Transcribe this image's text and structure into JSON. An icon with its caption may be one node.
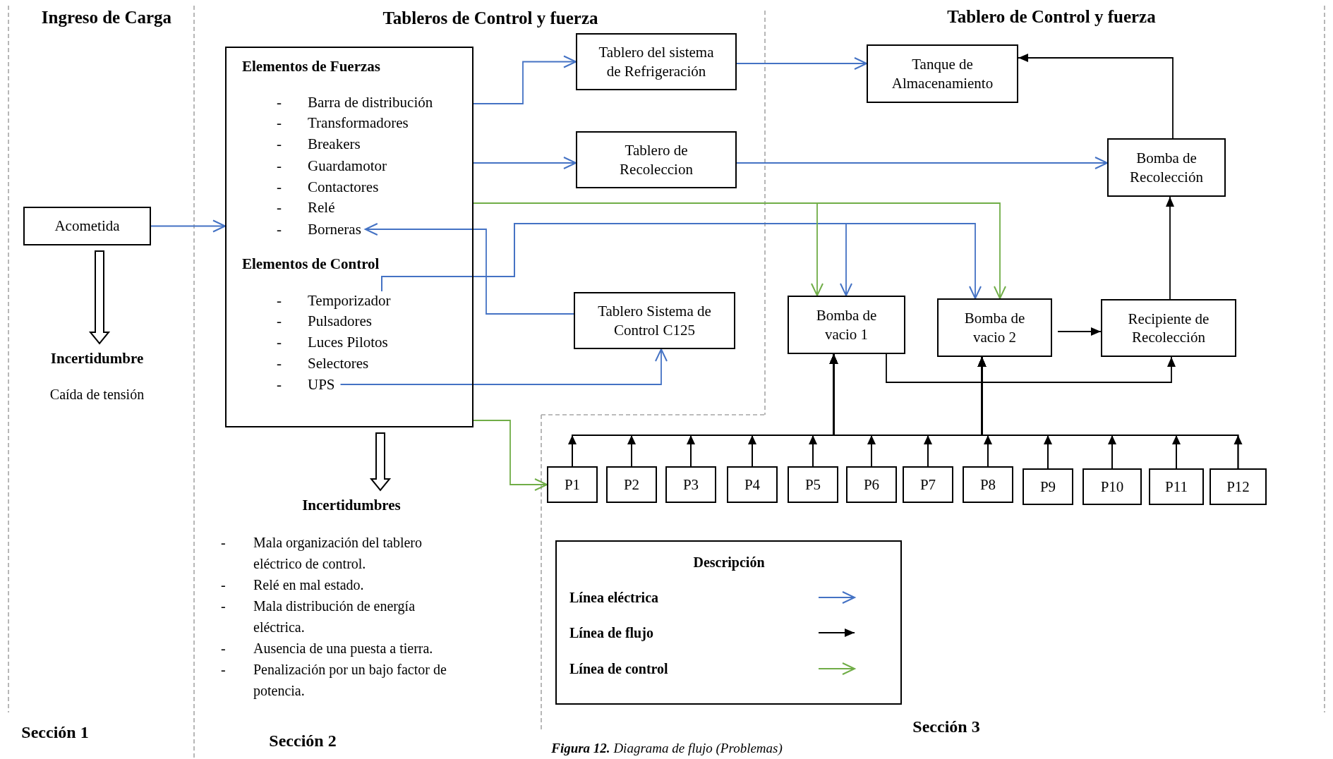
{
  "diagram": {
    "caption": "**Figura 12.** Diagrama de flujo (Problemas)",
    "nodes": [
      {
        "text": [
          "Acometida"
        ]
      },
      {
        "text": [
          "Elementos de Fuerzas",
          "Elementos de Control"
        ]
      },
      {
        "text": [
          "-",
          "Barra de distribución"
        ],
        "in": 1
      },
      {
        "text": [
          "-",
          "Transformadores"
        ],
        "in": 1
      },
      {
        "text": [
          "-",
          "Breakers"
        ],
        "in": 1
      },
      {
        "text": [
          "-",
          "Guardamotor"
        ],
        "in": 1
      },
      {
        "text": [
          "-",
          "Contactores"
        ],
        "in": 1
      },
      {
        "text": [
          "-",
          "Relé"
        ],
        "in": 1
      },
      {
        "text": [
          "-",
          "Borneras"
        ],
        "in": 1
      },
      {
        "text": [
          "-",
          "Temporizador"
        ],
        "in": 1
      },
      {
        "text": [
          "-",
          "Pulsadores"
        ],
        "in": 1
      },
      {
        "text": [
          "-",
          "Luces Pilotos"
        ],
        "in": 1
      },
      {
        "text": [
          "-",
          "Selectores"
        ],
        "in": 1
      },
      {
        "text": [
          "-",
          "UPS"
        ],
        "in": 1
      },
      {
        "text": [
          "Incertidumbre",
          "Caída de tensión"
        ]
      },
      {
        "text": [
          "Incertidumbres",
          "-",
          "Mala organización del tablero eléctrico de control.",
          "-",
          "Relé en mal estado.",
          "-",
          "Mala distribución de energía eléctrica.",
          "-",
          "Ausencia de una puesta a tierra.",
          "-",
          "Penalización por un bajo factor de potencia."
        ]
      },
      {
        "text": [
          "Tablero del sistema de Refrigeración"
        ]
      },
      {
        "text": [
          "Tablero de Recoleccion"
        ]
      },
      {
        "text": [
          "Tablero Sistema de Control C125"
        ]
      },
      {
        "text": [
          "Tanque de Almacenamiento"
        ]
      },
      {
        "text": [
          "Bomba de Recolección"
        ]
      },
      {
        "text": [
          "Bomba de vacio 1"
        ]
      },
      {
        "text": [
          "Bomba de vacio 2"
        ]
      },
      {
        "text": [
          "Recipiente de Recolección"
        ]
      },
      {
        "text": [
          "P1"
        ]
      },
      {
        "text": [
          "P2"
        ]
      },
      {
        "text": [
          "P3"
        ]
      },
      {
        "text": [
          "P4"
        ]
      },
      {
        "text": [
          "P5"
        ]
      },
      {
        "text": [
          "P6"
        ]
      },
      {
        "text": [
          "P7"
        ]
      },
      {
        "text": [
          "P8"
        ]
      },
      {
        "text": [
          "P9"
        ]
      },
      {
        "text": [
          "P10"
        ]
      },
      {
        "text": [
          "P11"
        ]
      },
      {
        "text": [
          "P12"
        ]
      }
    ],
    "edges": [
      {
        "from": 0,
        "to": 1,
        "arrow": "to",
        "color": "#4472c4"
      },
      {
        "from": 1,
        "to": 16,
        "arrow": "to",
        "color": "#4472c4"
      },
      {
        "from": 1,
        "to": 17,
        "arrow": "to",
        "color": "#4472c4"
      },
      {
        "from": 18,
        "to": 8,
        "arrow": "to",
        "color": "#4472c4"
      },
      {
        "from": 13,
        "to": 18,
        "arrow": "to",
        "color": "#4472c4"
      },
      {
        "from": 9,
        "to": 21,
        "arrow": "to",
        "color": "#4472c4"
      },
      {
        "from": 9,
        "to": 22,
        "arrow": "to",
        "color": "#4472c4"
      },
      {
        "from": 1,
        "to": 21,
        "arrow": "to",
        "color": "#70ad47"
      },
      {
        "from": 1,
        "to": 22,
        "arrow": "to",
        "color": "#70ad47"
      },
      {
        "from": 1,
        "to": 24,
        "arrow": "to",
        "color": "#70ad47"
      },
      {
        "from": 16,
        "to": 19,
        "arrow": "to",
        "color": "#4472c4"
      },
      {
        "from": 17,
        "to": 20,
        "arrow": "to",
        "color": "#4472c4"
      },
      {
        "from": 20,
        "to": 19,
        "arrow": "to"
      },
      {
        "from": 23,
        "to": 20,
        "arrow": "to"
      },
      {
        "from": 22,
        "to": 23,
        "arrow": "to"
      },
      {
        "from": 21,
        "to": 23,
        "arrow": "to"
      },
      {
        "from": 0,
        "to": 14,
        "arrow": "to",
        "style": "thick"
      },
      {
        "from": 1,
        "to": 15,
        "arrow": "to",
        "style": "thick"
      },
      {
        "from": 24,
        "to": 21,
        "arrow": "to"
      },
      {
        "from": 24,
        "to": 22,
        "arrow": "to"
      },
      {
        "from": 25,
        "to": 21,
        "arrow": "to"
      },
      {
        "from": 25,
        "to": 22,
        "arrow": "to"
      },
      {
        "from": 26,
        "to": 21,
        "arrow": "to"
      },
      {
        "from": 26,
        "to": 22,
        "arrow": "to"
      },
      {
        "from": 27,
        "to": 21,
        "arrow": "to"
      },
      {
        "from": 27,
        "to": 22,
        "arrow": "to"
      },
      {
        "from": 28,
        "to": 21,
        "arrow": "to"
      },
      {
        "from": 28,
        "to": 22,
        "arrow": "to"
      },
      {
        "from": 29,
        "to": 21,
        "arrow": "to"
      },
      {
        "from": 29,
        "to": 22,
        "arrow": "to"
      },
      {
        "from": 30,
        "to": 21,
        "arrow": "to"
      },
      {
        "from": 30,
        "to": 22,
        "arrow": "to"
      },
      {
        "from": 31,
        "to": 21,
        "arrow": "to"
      },
      {
        "from": 31,
        "to": 22,
        "arrow": "to"
      },
      {
        "from": 32,
        "to": 21,
        "arrow": "to"
      },
      {
        "from": 32,
        "to": 22,
        "arrow": "to"
      },
      {
        "from": 33,
        "to": 21,
        "arrow": "to"
      },
      {
        "from": 33,
        "to": 22,
        "arrow": "to"
      },
      {
        "from": 34,
        "to": 21,
        "arrow": "to"
      },
      {
        "from": 34,
        "to": 22,
        "arrow": "to"
      },
      {
        "from": 35,
        "to": 21,
        "arrow": "to"
      },
      {
        "from": 35,
        "to": 22,
        "arrow": "to"
      }
    ],
    "labels": [
      "Ingreso de Carga",
      "Tableros de Control y fuerza",
      "Tablero de Control y fuerza",
      "Descripción",
      "Sección 3",
      "Sección 1",
      "Sección 2"
    ],
    "legend": [
      {
        "text": "Línea eléctrica",
        "color": "#4472c4"
      },
      {
        "text": "Línea de flujo",
        "color": "#000000"
      },
      {
        "text": "Línea de control",
        "color": "#70ad47"
      }
    ]
  }
}
